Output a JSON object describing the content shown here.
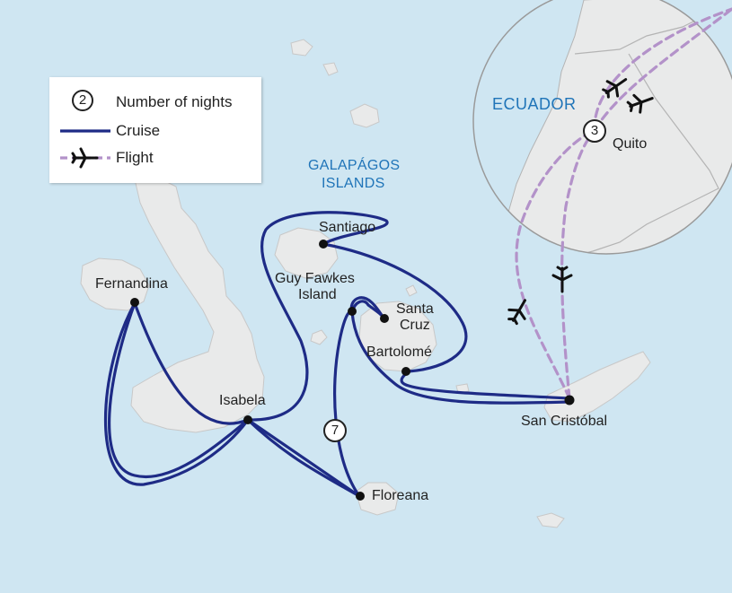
{
  "legend": {
    "nights_badge": "2",
    "nights_label": "Number of nights",
    "cruise_label": "Cruise",
    "flight_label": "Flight"
  },
  "region": {
    "title_line1": "GALAPÁGOS",
    "title_line2": "ISLANDS",
    "country": "ECUADOR"
  },
  "places": {
    "fernandina": "Fernandina",
    "isabela": "Isabela",
    "santiago": "Santiago",
    "guy_fawkes_line1": "Guy Fawkes",
    "guy_fawkes_line2": "Island",
    "santa_cruz_line1": "Santa",
    "santa_cruz_line2": "Cruz",
    "bartolome": "Bartolomé",
    "floreana": "Floreana",
    "san_cristobal": "San Cristóbal",
    "quito": "Quito"
  },
  "nights": {
    "quito": "3",
    "cruise": "7"
  },
  "colors": {
    "sea": "#cfe6f2",
    "land": "#e9eaea",
    "cruise": "#1e2b86",
    "flight": "#b392c9",
    "label_blue": "#1f74b8"
  }
}
